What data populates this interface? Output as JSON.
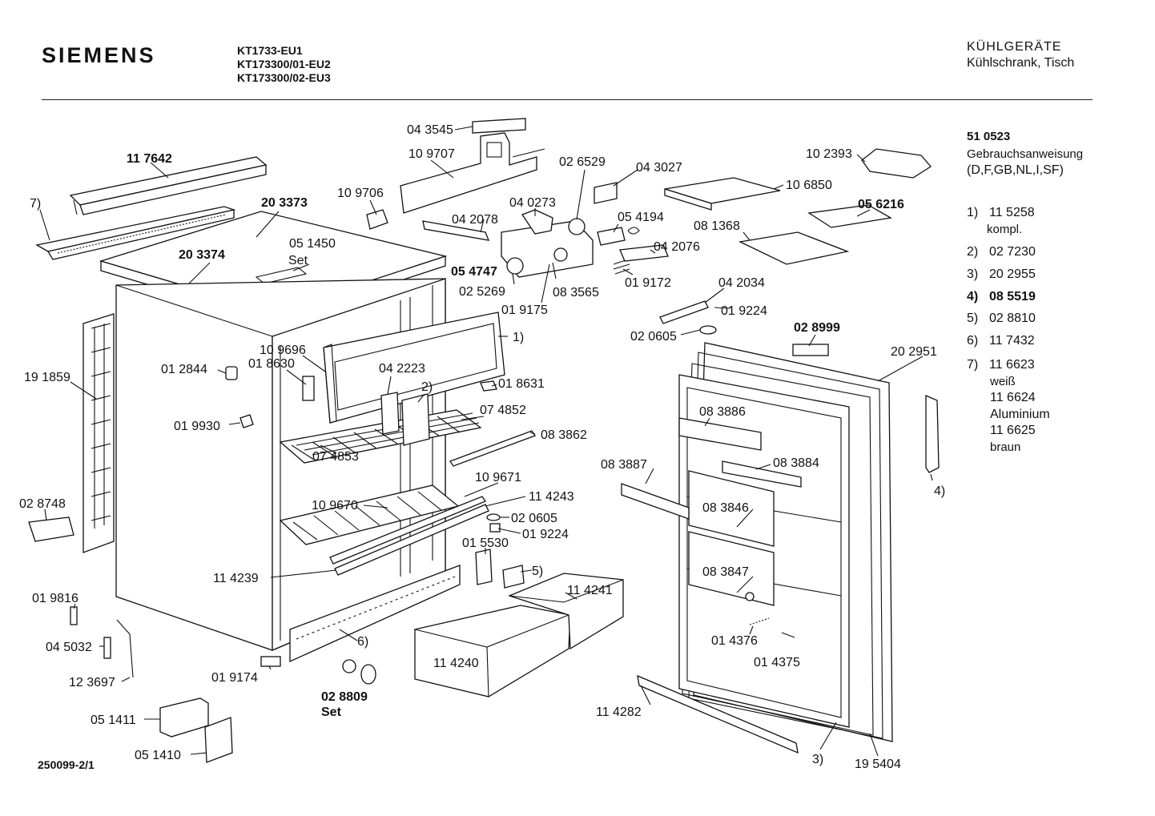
{
  "header": {
    "brand": "SIEMENS",
    "models": [
      "KT1733-EU1",
      "KT173300/01-EU2",
      "KT173300/02-EU3"
    ],
    "category": "KÜHLGERÄTE",
    "subcategory": "Kühlschrank, Tisch"
  },
  "side_notes": {
    "manual_number": "51 0523",
    "manual_title": "Gebrauchsanweisung",
    "manual_languages": "(D,F,GB,NL,I,SF)",
    "notes": [
      {
        "key": "1)",
        "value": "11 5258"
      },
      {
        "key": "",
        "value": "kompl."
      },
      {
        "key": "2)",
        "value": "02 7230"
      },
      {
        "key": "3)",
        "value": "20 2955"
      },
      {
        "key": "4)",
        "value": "08 5519"
      },
      {
        "key": "5)",
        "value": "02 8810"
      },
      {
        "key": "6)",
        "value": "11 7432"
      },
      {
        "key": "7)",
        "value": "11 6623"
      },
      {
        "key": "",
        "value": "weiß"
      },
      {
        "key": "",
        "value": "11 6624"
      },
      {
        "key": "",
        "value": "Aluminium"
      },
      {
        "key": "",
        "value": "11 6625"
      },
      {
        "key": "",
        "value": "braun"
      }
    ]
  },
  "footer": {
    "doc_number": "250099-2/1"
  },
  "labels": {
    "p043545": "04 3545",
    "p109707": "10 9707",
    "p117642": "11 7642",
    "p203373": "20 3373",
    "p109706": "10 9706",
    "p026529": "02 6529",
    "p043027": "04 3027",
    "p102393": "10 2393",
    "p106850": "10 6850",
    "p056216": "05 6216",
    "p7": "7)",
    "p040273": "04 0273",
    "p042078": "04 2078",
    "p054194": "05 4194",
    "p081368": "08 1368",
    "p203374": "20 3374",
    "p051450": "05 1450",
    "pSet1": "Set",
    "p054747": "05 4747",
    "p042076": "04 2076",
    "p025269": "02 5269",
    "p083565": "08 3565",
    "p019172": "01 9172",
    "p042034": "04 2034",
    "p019175": "01 9175",
    "p019224a": "01 9224",
    "p028999": "02 8999",
    "p020605a": "02 0605",
    "p202951": "20 2951",
    "p109696": "10 9696",
    "p018630": "01 8630",
    "p012844": "01 2844",
    "p042223": "04 2223",
    "p1": "1)",
    "p191859": "19 1859",
    "p2": "2)",
    "p018631": "01 8631",
    "p019930": "01 9930",
    "p074852": "07 4852",
    "p083886": "08 3886",
    "p083862": "08 3862",
    "p074853": "07 4853",
    "p083887": "08 3887",
    "p083884": "08 3884",
    "p109671": "10 9671",
    "p114243": "11 4243",
    "p028748": "02 8748",
    "p109670": "10 9670",
    "p020605b": "02 0605",
    "p083846": "08 3846",
    "p019224b": "01 9224",
    "p4": "4)",
    "p015530": "01 5530",
    "p114239": "11 4239",
    "p5": "5)",
    "p083847": "08 3847",
    "p114241": "11 4241",
    "p019816": "01 9816",
    "p045032": "04 5032",
    "p6": "6)",
    "p014376": "01 4376",
    "p114240": "11 4240",
    "p014375": "01 4375",
    "p123697": "12 3697",
    "p019174": "01 9174",
    "p028809": "02 8809",
    "pSet2": "Set",
    "p114282": "11 4282",
    "p051411": "05 1411",
    "p3": "3)",
    "p195404": "19 5404",
    "p051410": "05 1410"
  }
}
